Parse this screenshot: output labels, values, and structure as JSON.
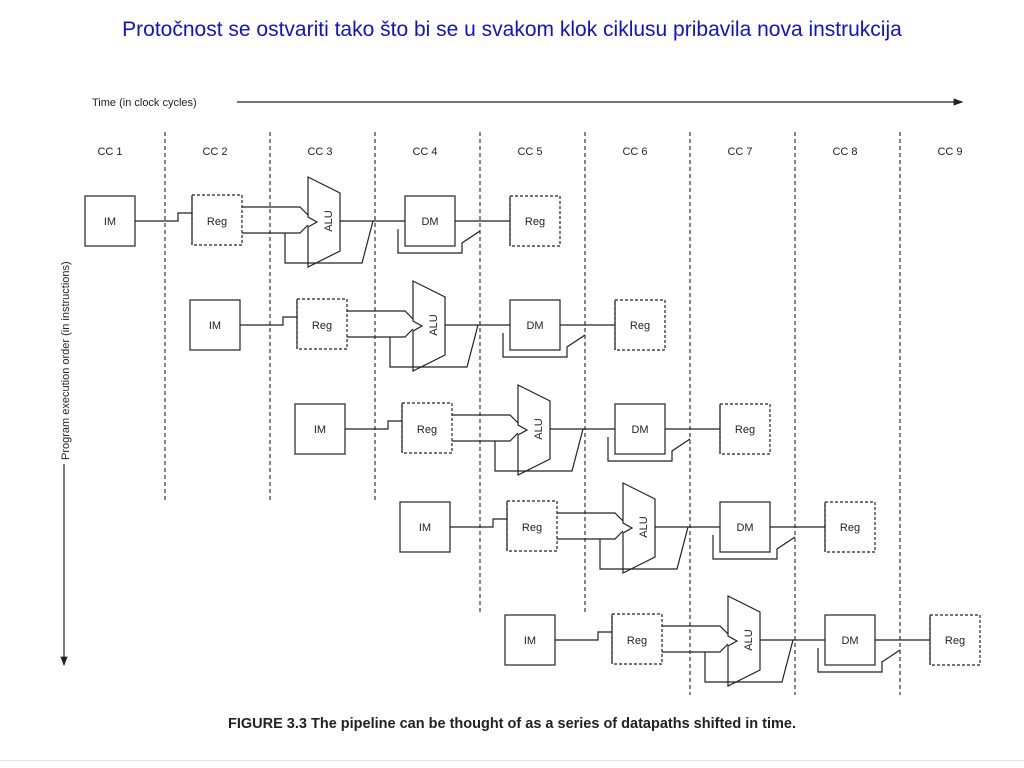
{
  "slide": {
    "title": "Protočnost se  ostvariti tako što bi se u svakom klok ciklusu pribavila nova instrukcija"
  },
  "figure": {
    "time_axis_label": "Time (in clock cycles)",
    "order_axis_label": "Program execution order (in instructions)",
    "clock_cycles": [
      "CC 1",
      "CC 2",
      "CC 3",
      "CC 4",
      "CC 5",
      "CC 6",
      "CC 7",
      "CC 8",
      "CC 9"
    ],
    "stage_labels": {
      "instruction_memory": "IM",
      "register_file": "Reg",
      "alu": "ALU",
      "data_memory": "DM"
    },
    "instructions_count": 5,
    "caption": "FIGURE 3.3  The pipeline can be thought of as a series of datapaths shifted in time."
  }
}
